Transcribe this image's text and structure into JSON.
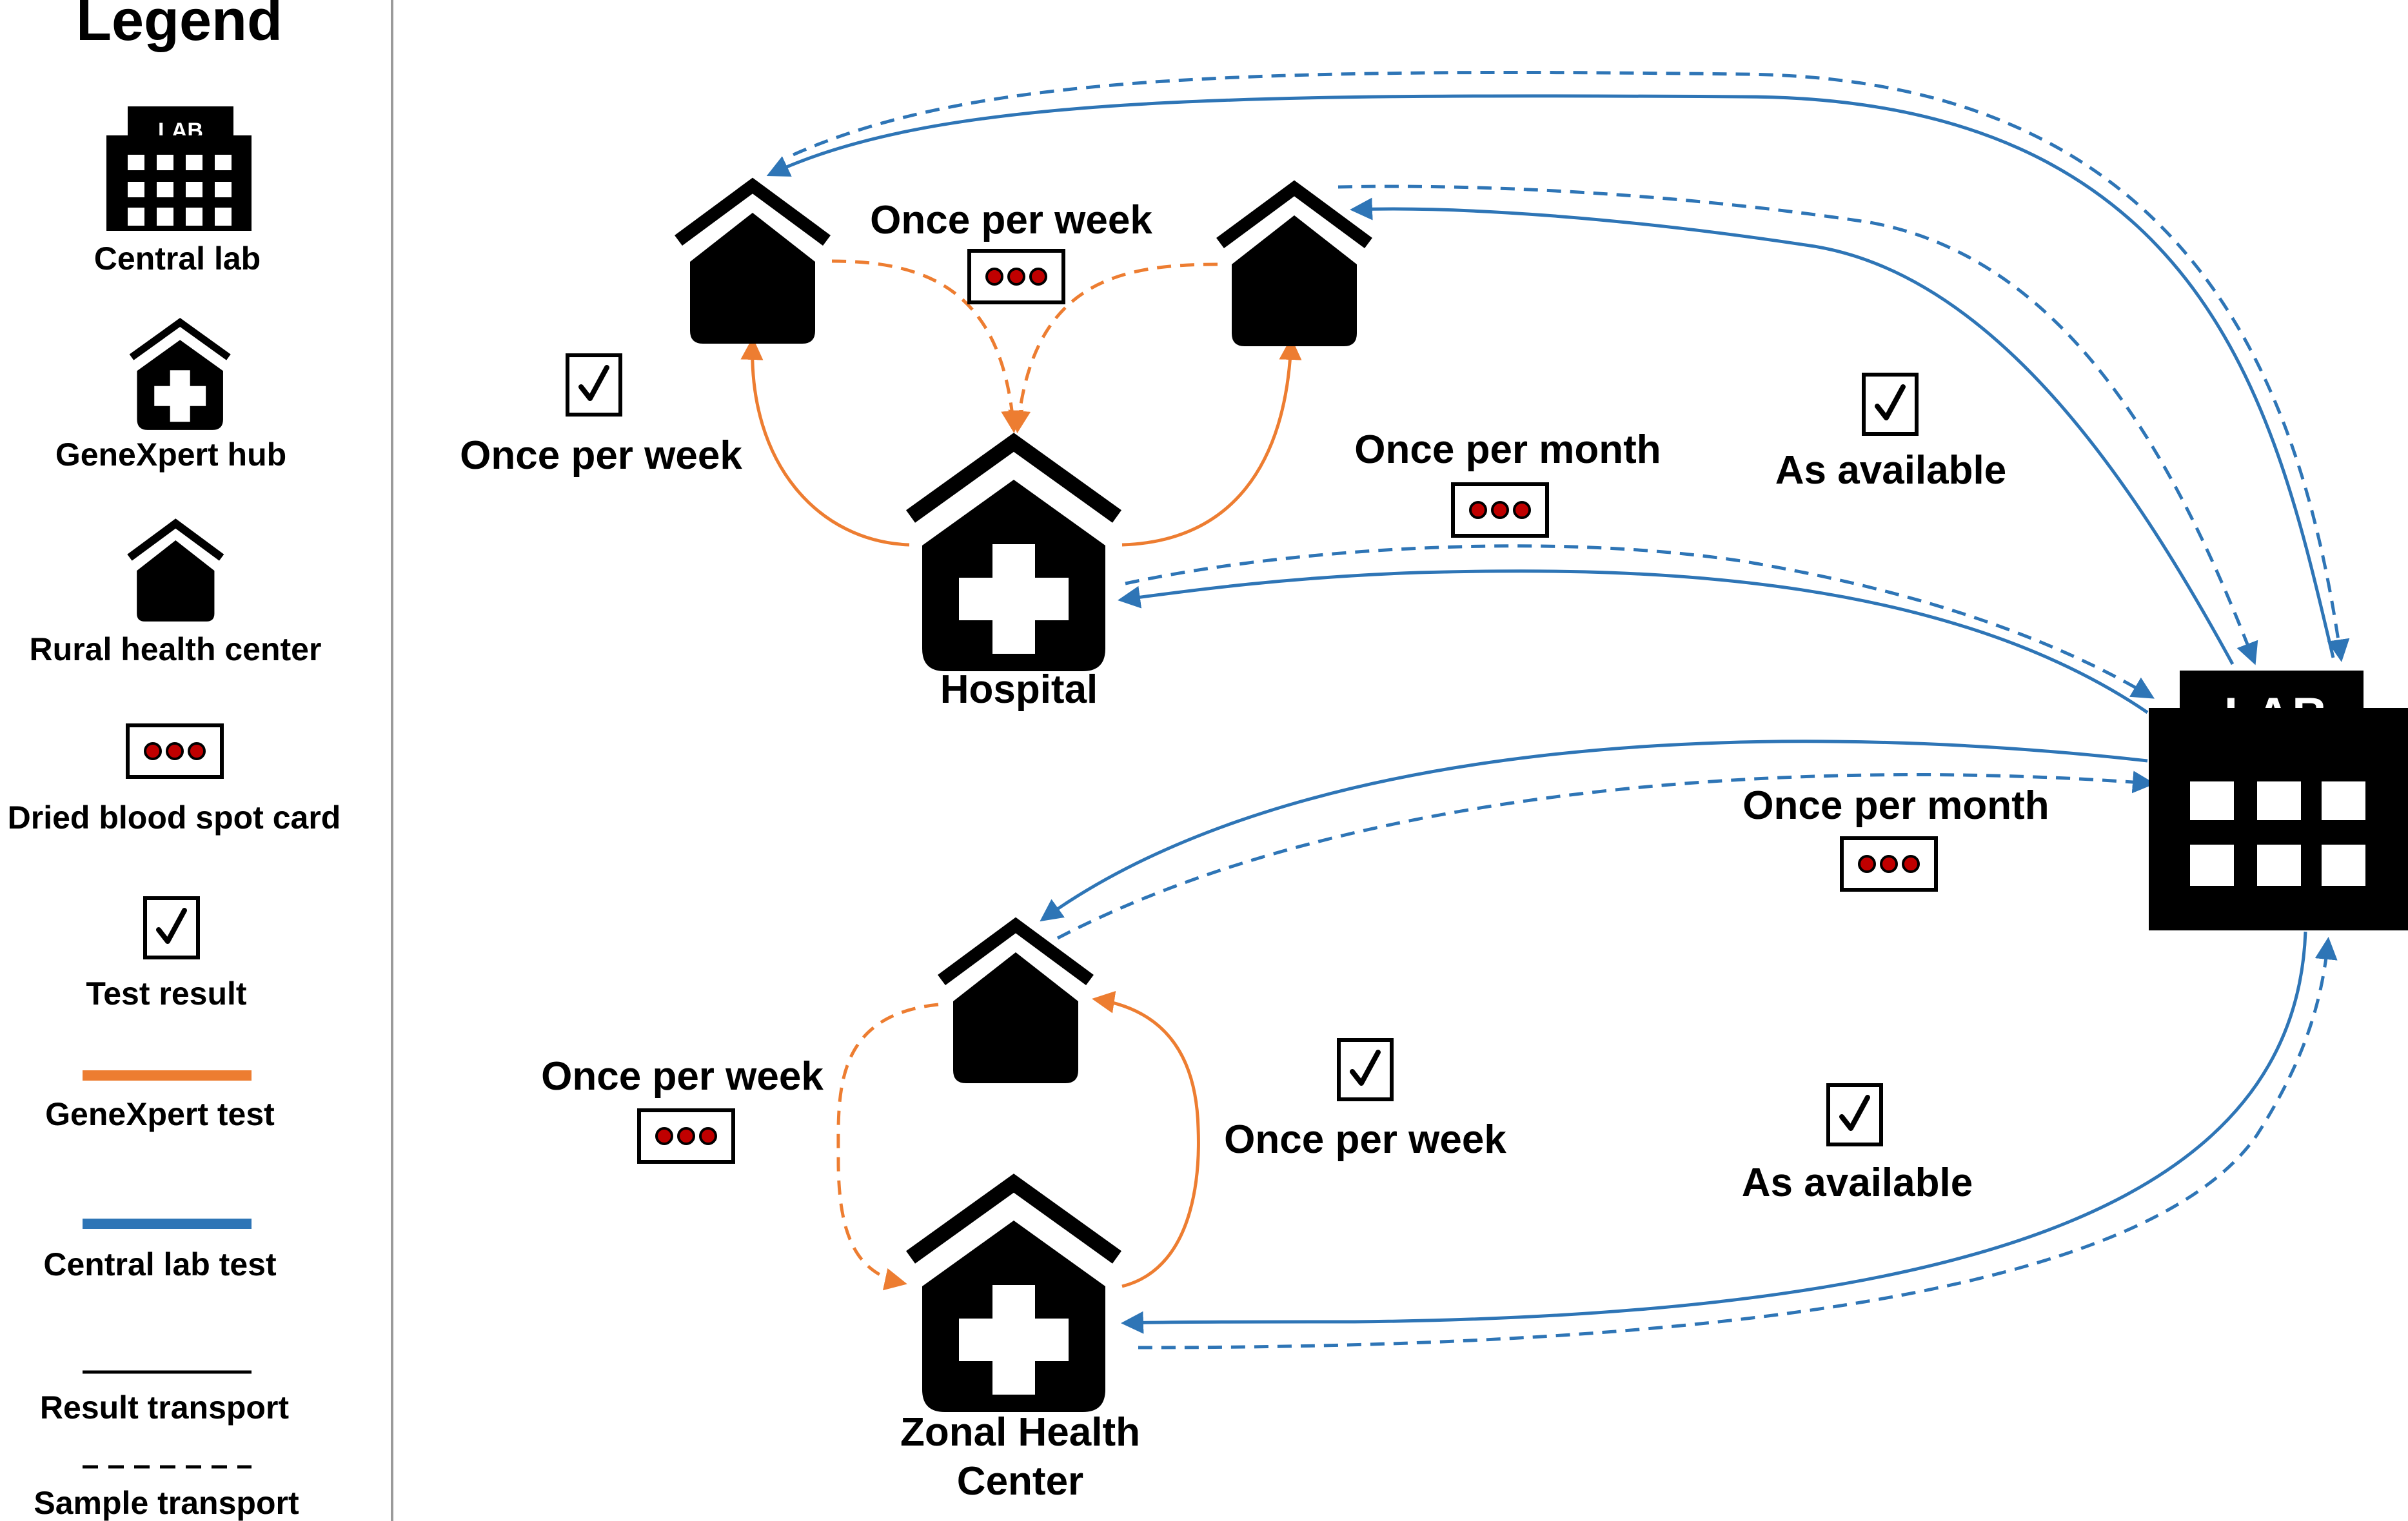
{
  "legend": {
    "title": "Legend",
    "items": [
      {
        "key": "central_lab",
        "label": "Central lab",
        "icon": "lab-building-icon",
        "icon_text": "LAB"
      },
      {
        "key": "genexpert_hub",
        "label": "GeneXpert hub",
        "icon": "hospital-cross-icon"
      },
      {
        "key": "rural_health_center",
        "label": "Rural health center",
        "icon": "house-icon"
      },
      {
        "key": "dbs_card",
        "label": "Dried blood spot card",
        "icon": "blood-spot-card-icon"
      },
      {
        "key": "test_result",
        "label": "Test result",
        "icon": "checkbox-check-icon"
      },
      {
        "key": "genexpert_test",
        "label": "GeneXpert test",
        "color": "#ED7D31"
      },
      {
        "key": "central_lab_test",
        "label": "Central lab test",
        "color": "#2E75B6"
      },
      {
        "key": "result_transport",
        "label": "Result transport",
        "line": "solid"
      },
      {
        "key": "sample_transport",
        "label": "Sample transport",
        "line": "dashed"
      }
    ]
  },
  "nodes": {
    "hospital": {
      "label": "Hospital",
      "icon": "hospital-cross-icon"
    },
    "zonal": {
      "label_line1": "Zonal Health",
      "label_line2": "Center",
      "icon": "hospital-cross-icon"
    },
    "rural_top_left": {
      "icon": "house-icon"
    },
    "rural_top_right": {
      "icon": "house-icon"
    },
    "rural_bottom": {
      "icon": "house-icon"
    },
    "lab": {
      "label": "LAB",
      "icon": "lab-building-icon"
    }
  },
  "annotations": {
    "top_sample_freq": "Once per week",
    "top_left_result_freq": "Once per week",
    "hospital_lab_freq": "Once per month",
    "top_lab_result_freq": "As available",
    "zonal_lab_freq": "Once per month",
    "bottom_left_freq": "Once per week",
    "bottom_right_freq": "Once per week",
    "bottom_lab_result_freq": "As available"
  },
  "colors": {
    "genexpert": "#ED7D31",
    "central": "#2E75B6",
    "icon": "#000000",
    "spot": "#C00000"
  }
}
